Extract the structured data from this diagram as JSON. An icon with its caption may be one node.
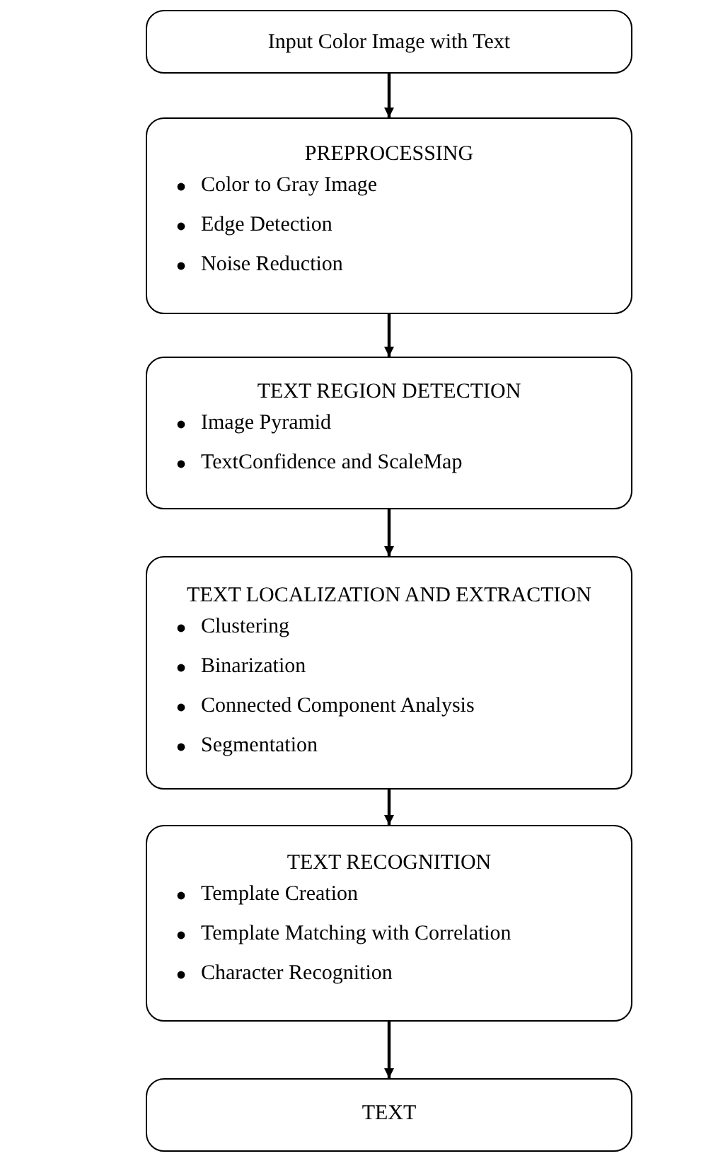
{
  "diagram": {
    "nodes": [
      {
        "text": [
          "Input Color Image with Text"
        ]
      },
      {
        "text": [
          "PREPROCESSING",
          "Color to Gray Image",
          "Edge Detection",
          "Noise Reduction"
        ]
      },
      {
        "text": [
          "TEXT REGION DETECTION",
          "Image Pyramid",
          "TextConfidence and ScaleMap"
        ]
      },
      {
        "text": [
          "TEXT LOCALIZATION AND EXTRACTION",
          "Clustering",
          "Binarization",
          "Connected Component Analysis",
          "Segmentation"
        ]
      },
      {
        "text": [
          "TEXT RECOGNITION",
          "Template Creation",
          "Template Matching with Correlation",
          "Character Recognition"
        ]
      },
      {
        "text": [
          "TEXT"
        ]
      }
    ],
    "edges": [
      {
        "from": 0,
        "to": 1,
        "arrow": "to"
      },
      {
        "from": 1,
        "to": 2,
        "arrow": "to"
      },
      {
        "from": 2,
        "to": 3,
        "arrow": "to"
      },
      {
        "from": 3,
        "to": 4,
        "arrow": "to"
      },
      {
        "from": 4,
        "to": 5,
        "arrow": "to"
      }
    ]
  }
}
